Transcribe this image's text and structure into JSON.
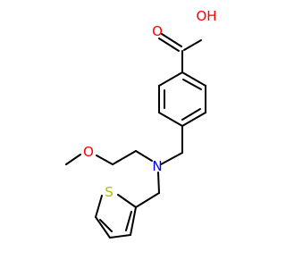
{
  "colors": {
    "bond": "#000000",
    "oxygen": "#ff0000",
    "nitrogen": "#0000ff",
    "sulfur": "#b8b800"
  },
  "atoms": {
    "carbonyl_o": {
      "label": "O"
    },
    "hydroxyl": {
      "label": "OH"
    },
    "ether_o": {
      "label": "O"
    },
    "amine_n": {
      "label": "N"
    },
    "thiophene_s": {
      "label": "S"
    }
  }
}
